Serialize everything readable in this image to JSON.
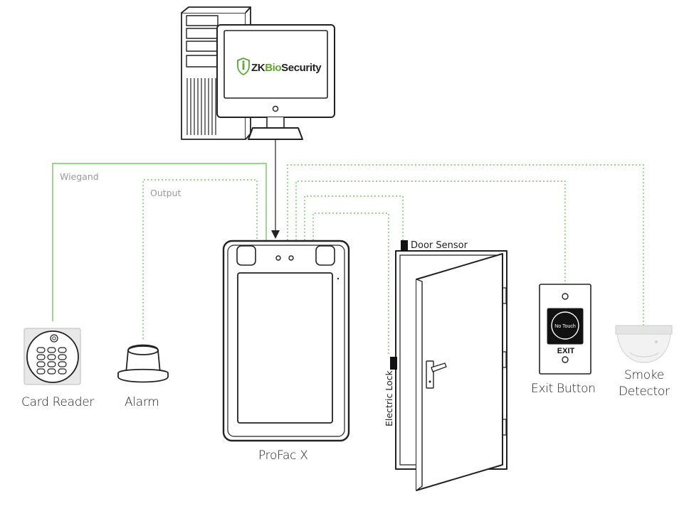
{
  "diagram": {
    "software_logo": {
      "prefix": "ZK",
      "highlight": "Bio",
      "suffix": "Security"
    },
    "devices": {
      "main_terminal": "ProFac X",
      "card_reader": "Card Reader",
      "alarm": "Alarm",
      "exit_button": "Exit Button",
      "smoke_detector_line1": "Smoke",
      "smoke_detector_line2": "Detector",
      "door_sensor": "Door Sensor",
      "electric_lock": "Electric Lock"
    },
    "exit_button_face": {
      "touch_text": "No Touch",
      "exit_text": "EXIT"
    },
    "wire_labels": {
      "wiegand": "Wiegand",
      "output": "Output"
    },
    "colors": {
      "wire": "#5bbd45",
      "brand_green": "#5aa632",
      "outline": "#222222",
      "label": "#9a9a9a"
    },
    "icons": [
      "computer-tower-icon",
      "monitor-icon",
      "shield-icon",
      "card-reader-icon",
      "alarm-siren-icon",
      "door-icon",
      "exit-button-icon",
      "smoke-detector-icon"
    ]
  }
}
